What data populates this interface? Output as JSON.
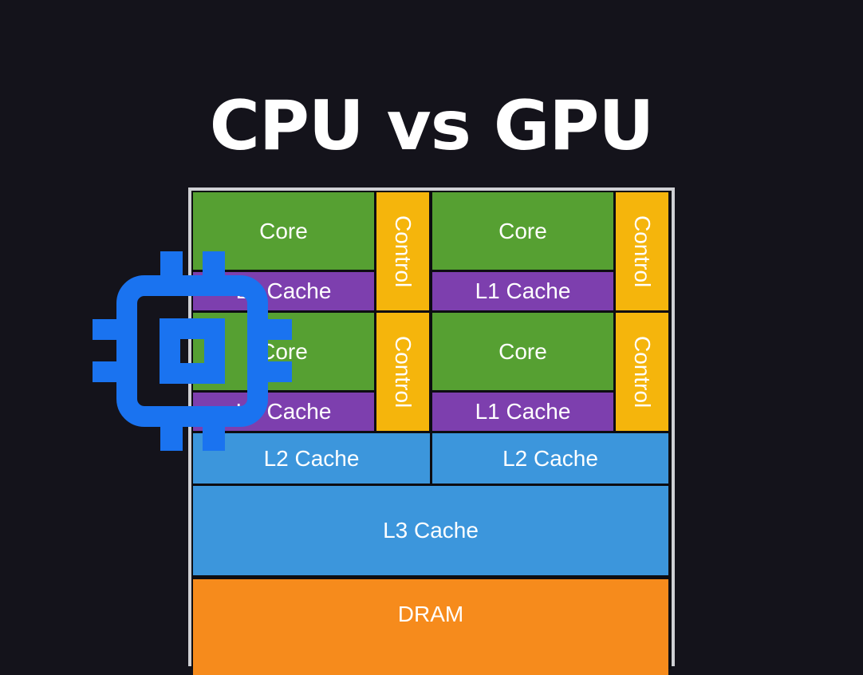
{
  "title": "CPU vs GPU",
  "diagram": {
    "units": [
      {
        "core": "Core",
        "l1": "L1 Cache",
        "control": "Control"
      },
      {
        "core": "Core",
        "l1": "L1 Cache",
        "control": "Control"
      },
      {
        "core": "Core",
        "l1": "L1 Cache",
        "control": "Control"
      },
      {
        "core": "Core",
        "l1": "L1 Cache",
        "control": "Control"
      }
    ],
    "l2": [
      "L2 Cache",
      "L2 Cache"
    ],
    "l3": "L3 Cache",
    "dram": "DRAM"
  },
  "icon": {
    "name": "cpu-chip-icon",
    "color": "#1a73f0"
  },
  "colors": {
    "background": "#14131b",
    "core": "#56a032",
    "l1_cache": "#7d3fae",
    "control": "#f5b50c",
    "l2_cache": "#3c96dc",
    "l3_cache": "#3c96dc",
    "dram": "#f68b1c"
  }
}
